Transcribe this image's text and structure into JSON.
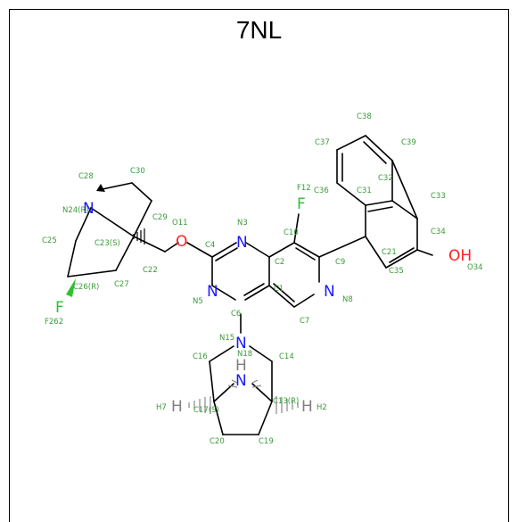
{
  "title": "7NL",
  "colors": {
    "N": "#1a1aff",
    "O": "#ff2020",
    "F": "#2ec22e",
    "H": "#7f7f7f",
    "index": "#3a9a3a"
  },
  "atoms": {
    "N24": "N",
    "F26": "F",
    "O11": "O",
    "N3": "N",
    "N5": "N",
    "N8": "N",
    "F12": "F",
    "O34": "OH",
    "N15": "N",
    "N18": "N",
    "H7": "H",
    "H2": "H",
    "H18": "H"
  },
  "indices": {
    "c28": "C28",
    "c30": "C30",
    "n24r": "N24(R)",
    "c29": "C29",
    "c25": "C25",
    "c23s": "C23(S)",
    "c27": "C27",
    "c26r": "C26(R)",
    "f262": "F262",
    "c22": "C22",
    "o11": "O11",
    "c4": "C4",
    "n3": "N3",
    "n5": "N5",
    "c6": "C6",
    "c1": "C1",
    "c2": "C2",
    "c10": "C10",
    "f12": "F12",
    "c9": "C9",
    "n8": "N8",
    "c7": "C7",
    "c36": "C36",
    "c37": "C37",
    "c38": "C38",
    "c39": "C39",
    "c31": "C31",
    "c32": "C32",
    "c33": "C33",
    "c34": "C34",
    "o34": "O34",
    "c21": "C21",
    "c35": "C35",
    "n15": "N15",
    "n18": "N18",
    "c16": "C16",
    "c14": "C14",
    "h7": "H7",
    "c17s": "C17(S)",
    "c13r": "C13(R)",
    "h2": "H2",
    "c20": "C20",
    "c19": "C19"
  }
}
